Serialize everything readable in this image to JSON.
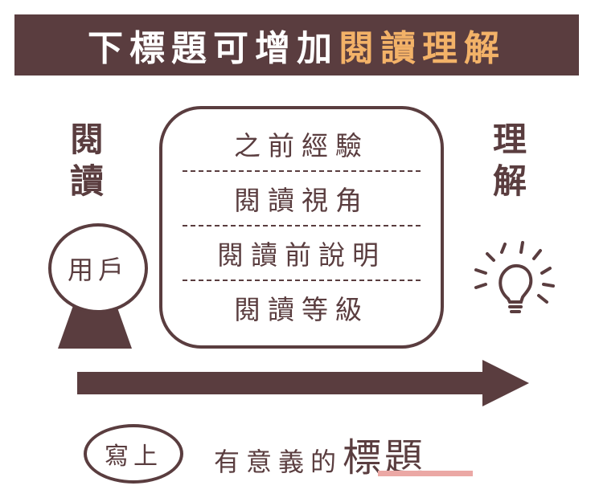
{
  "banner": {
    "title_main": "下標題可增加",
    "title_highlight": "閱讀理解"
  },
  "left_label": [
    "閱",
    "讀"
  ],
  "right_label": [
    "理",
    "解"
  ],
  "user_label": "用戶",
  "factors": [
    "之前經驗",
    "閱讀視角",
    "閱讀前說明",
    "閱讀等級"
  ],
  "write_label": "寫上",
  "footer": {
    "text": "有意義的",
    "highlight": "標題"
  },
  "colors": {
    "primary": "#5a3d3f",
    "accent": "#f3b268",
    "underline": "#eba8a5"
  },
  "icons": [
    "lightbulb-icon",
    "arrow-right-icon"
  ]
}
